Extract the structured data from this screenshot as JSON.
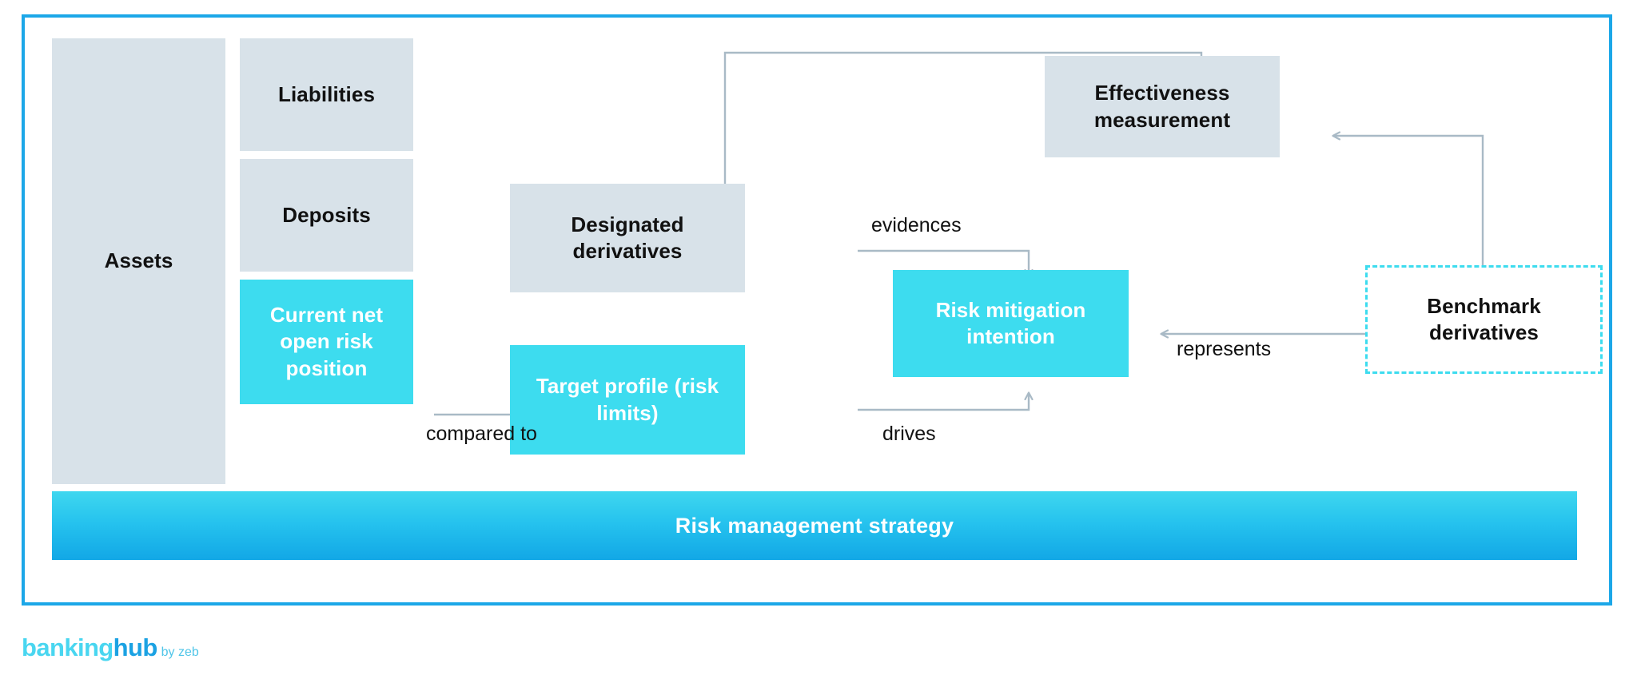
{
  "diagram": {
    "border_color": "#1ca7e8",
    "palette": {
      "grey_box": "#d8e2e9",
      "cyan_box": "#3ddcef",
      "connector": "#a9bac6",
      "banner_top": "#3fd7ef",
      "banner_bottom": "#12a7e6",
      "text_dark": "#111111",
      "text_light": "#ffffff"
    },
    "nodes": {
      "assets": "Assets",
      "liabilities": "Liabilities",
      "deposits": "Deposits",
      "current_net_open_risk_position": "Current net open risk position",
      "designated_derivatives": "Designated derivatives",
      "target_profile": "Target profile (risk limits)",
      "risk_mitigation_intention": "Risk mitigation intention",
      "effectiveness_measurement": "Effectiveness measurement",
      "benchmark_derivatives": "Benchmark derivatives"
    },
    "banner": {
      "label": "Risk management strategy"
    },
    "edge_labels": {
      "evidences": "evidences",
      "represents": "represents",
      "compared_to": "compared to",
      "drives": "drives"
    }
  },
  "footer": {
    "logo_primary": "banking",
    "logo_secondary": "hub",
    "logo_tagline": "by zeb"
  }
}
